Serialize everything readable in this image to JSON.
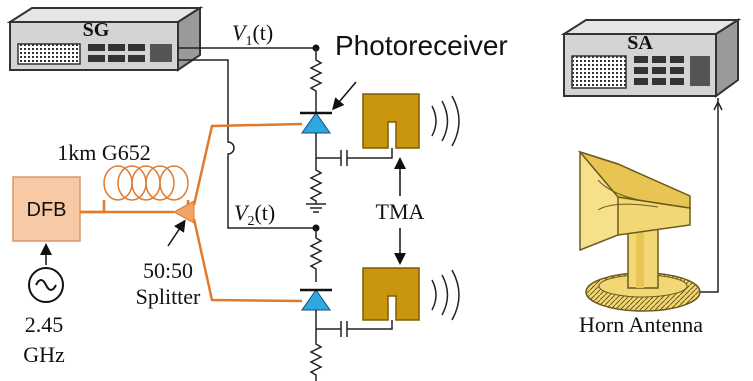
{
  "labels": {
    "sg": "SG",
    "sa": "SA",
    "v1_var": "V",
    "v1_sub": "1",
    "v1_arg": "(t)",
    "v2_var": "V",
    "v2_sub": "2",
    "v2_arg": "(t)",
    "photoreceiver": "Photoreceiver",
    "fiber": "1km G652",
    "dfb": "DFB",
    "tma": "TMA",
    "splitter_ratio": "50:50",
    "splitter": "Splitter",
    "freq_value": "2.45",
    "freq_unit": "GHz",
    "horn": "Horn Antenna"
  },
  "colors": {
    "fiber_orange": "#e07a2e",
    "dfb_fill": "#f7c9a4",
    "diode_blue": "#2fa7e0",
    "antenna_gold": "#c9960e",
    "horn_yellow": "#f2d774",
    "device_gray": "#c8c8c8"
  }
}
